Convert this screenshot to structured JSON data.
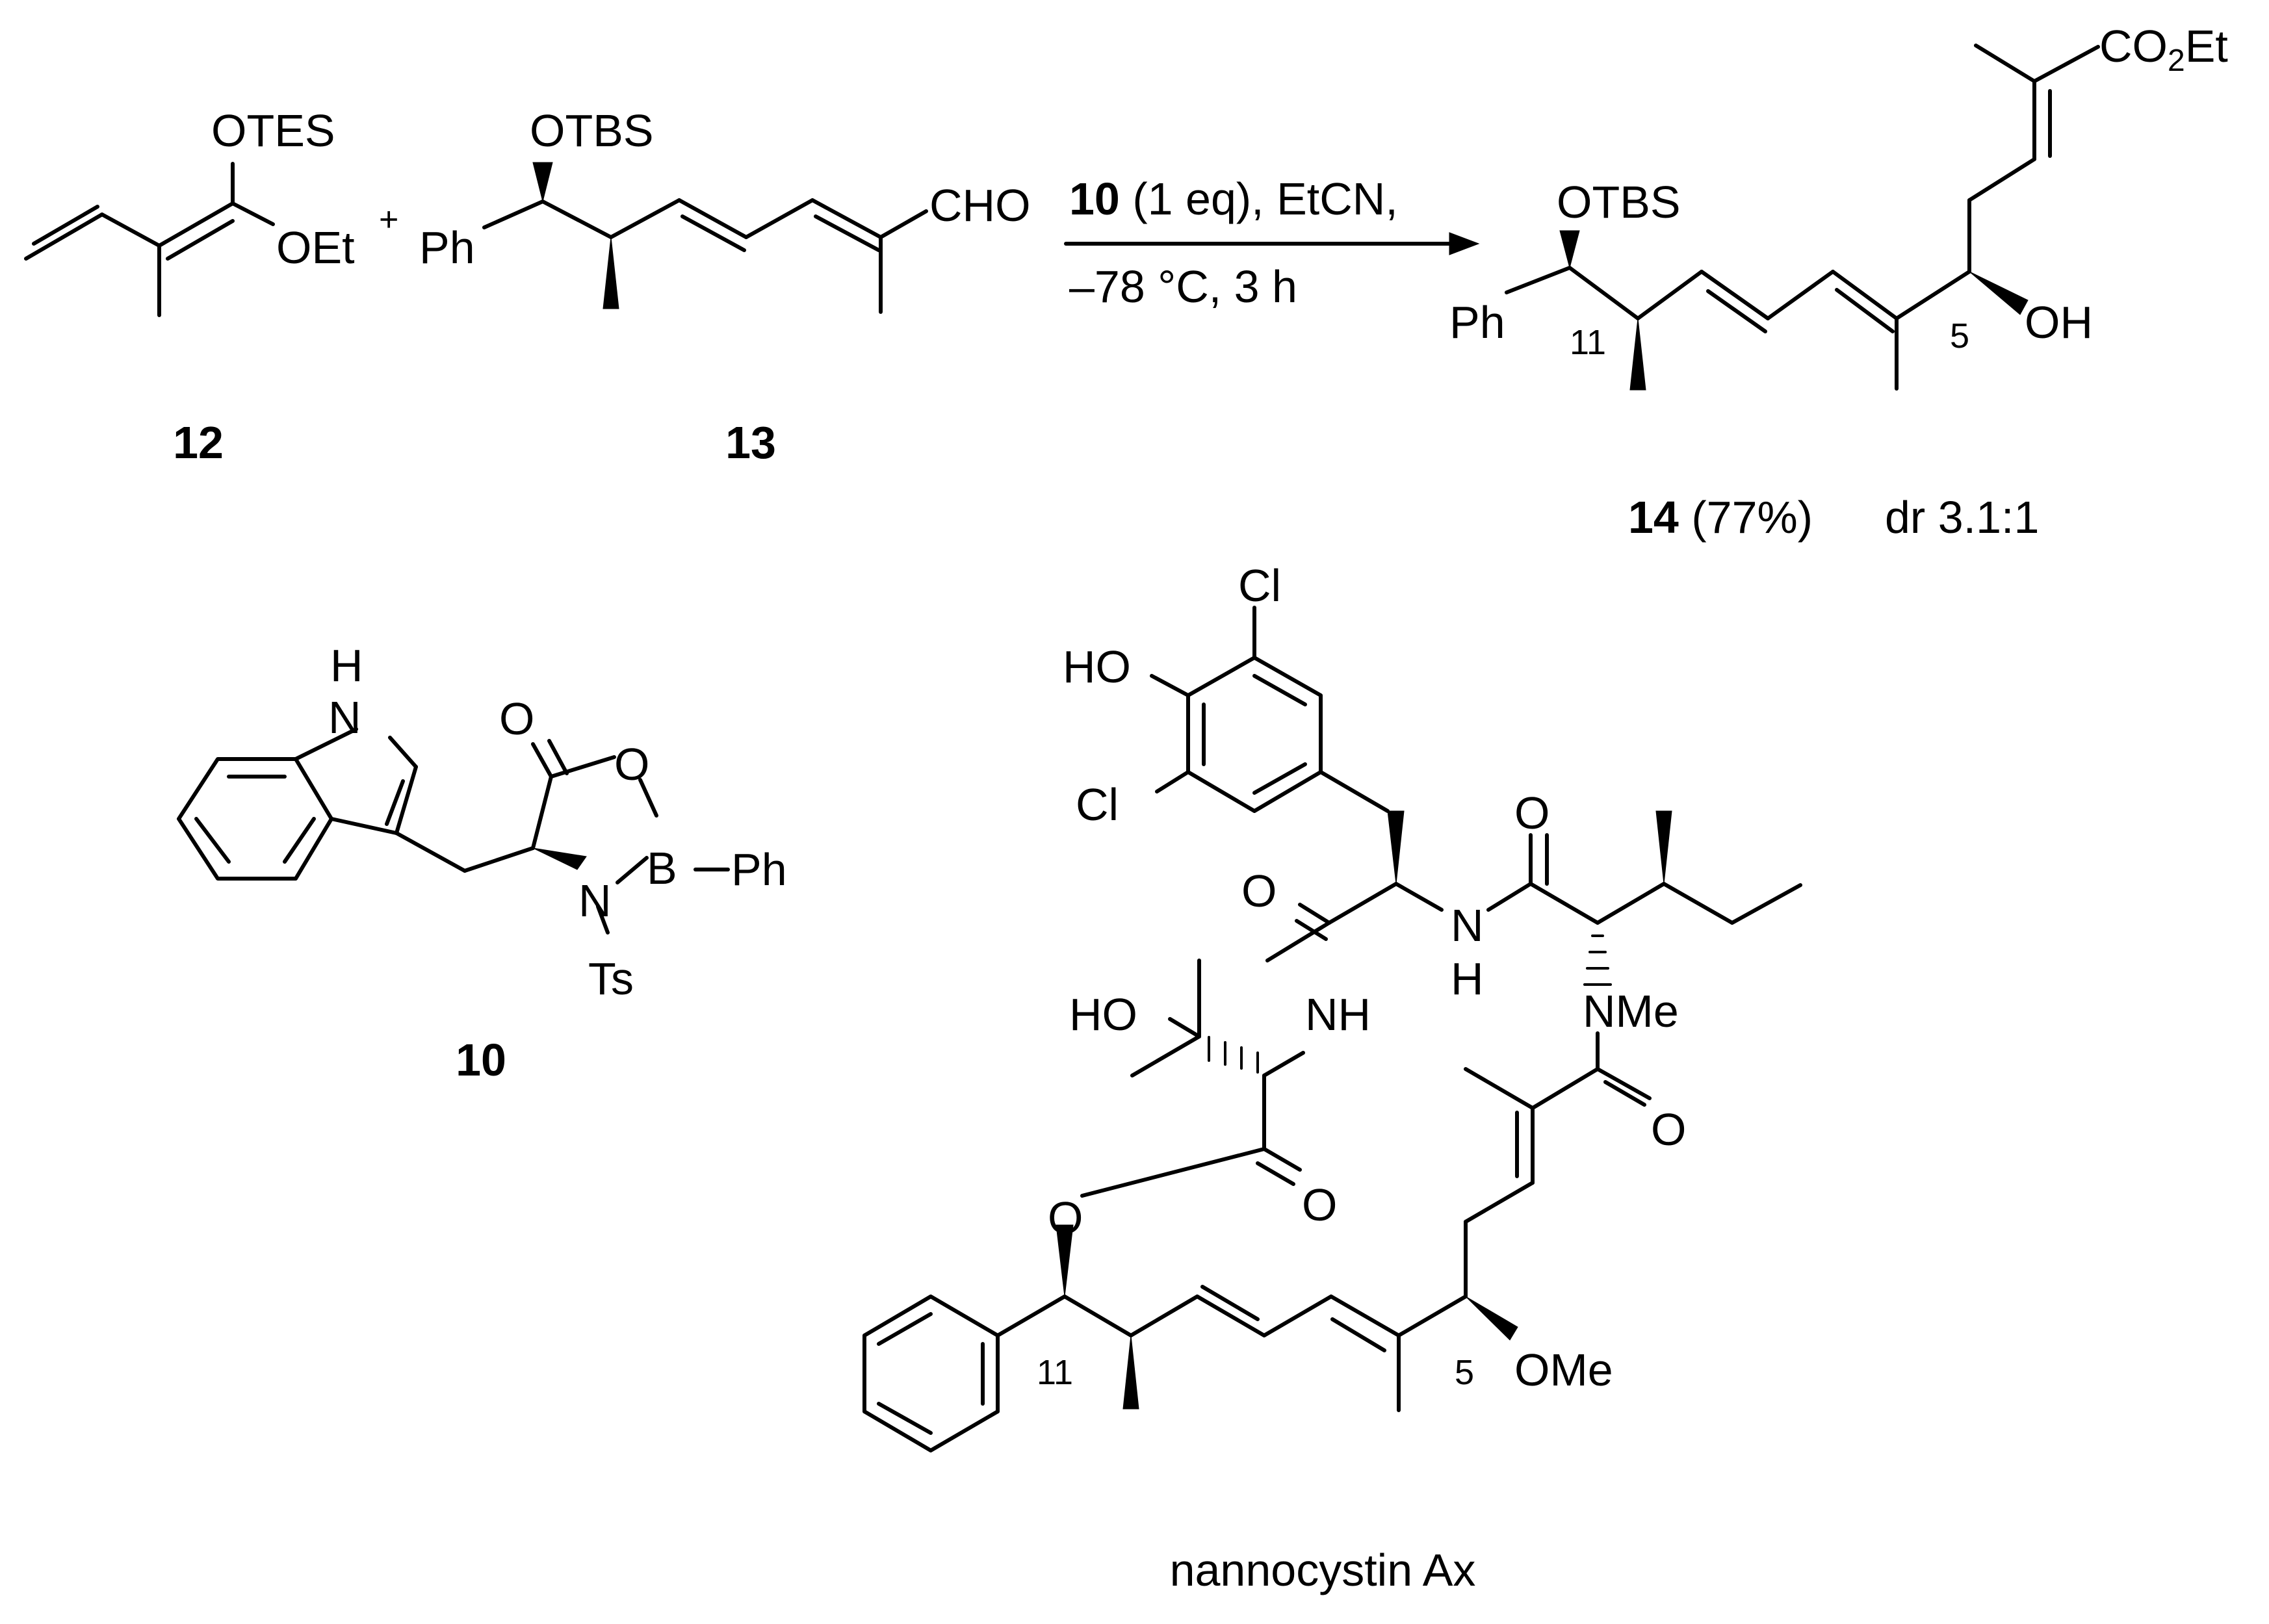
{
  "reaction": {
    "conditions_line1_compound": "10",
    "conditions_line1_rest": " (1 eq), EtCN,",
    "conditions_line2": "–78 °C, 3 h",
    "plus_sign": "+"
  },
  "compound_12": {
    "label": "12",
    "atoms": {
      "otes": "OTES",
      "oet": "OEt"
    }
  },
  "compound_13": {
    "label": "13",
    "atoms": {
      "otbs": "OTBS",
      "ph": "Ph",
      "cho": "CHO"
    }
  },
  "compound_14": {
    "label": "14",
    "yield": " (77%)",
    "dr": "dr 3.1:1",
    "atoms": {
      "otbs": "OTBS",
      "ph": "Ph",
      "oh": "OH",
      "co2et_a": "CO",
      "co2et_sub": "2",
      "co2et_b": "Et"
    },
    "locants": {
      "c11": "11",
      "c5": "5"
    }
  },
  "compound_10": {
    "label": "10",
    "atoms": {
      "nh_h": "H",
      "nh_n": "N",
      "o_carbonyl": "O",
      "o_ring": "O",
      "b": "B",
      "ph": "Ph",
      "n": "N",
      "ts": "Ts"
    }
  },
  "nannocystin": {
    "name": "nannocystin Ax",
    "atoms": {
      "cl_top": "Cl",
      "ho_phenol": "HO",
      "cl_bottom": "Cl",
      "o_amide1": "O",
      "o_amide2": "O",
      "nh_a_n": "N",
      "nh_a_h": "H",
      "ho_tert": "HO",
      "nh_b": "NH",
      "nme": "NMe",
      "o_amide3": "O",
      "o_ester_carbonyl": "O",
      "o_ester": "O",
      "ome": "OMe"
    },
    "locants": {
      "c11": "11",
      "c5": "5"
    }
  },
  "colors": {
    "ink": "#000000",
    "background": "#ffffff"
  }
}
